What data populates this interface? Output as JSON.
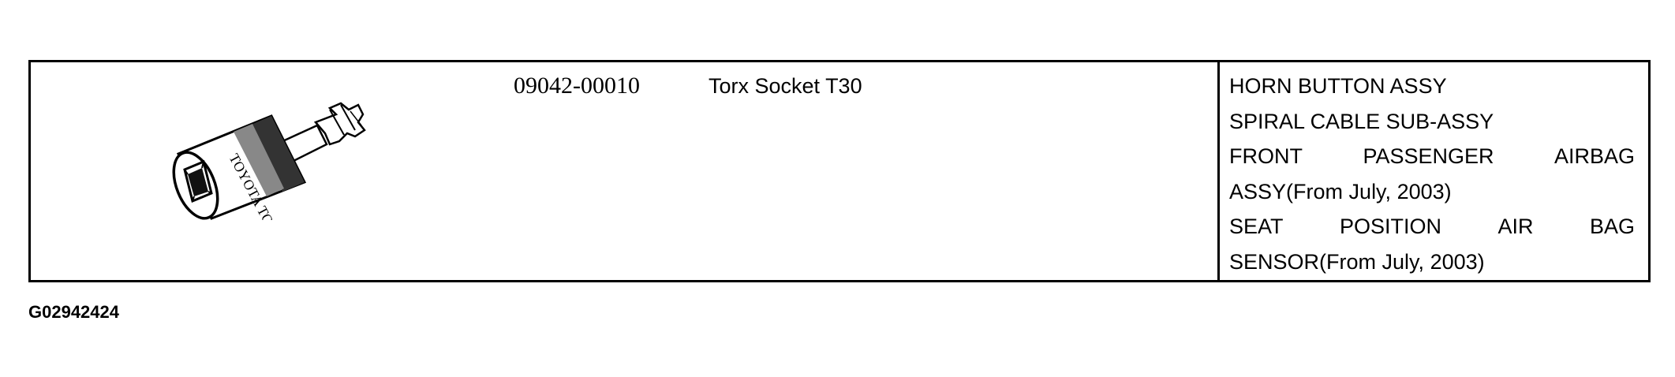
{
  "tool": {
    "image_icon": "torx-socket-illustration",
    "part_number": "09042-00010",
    "part_name": "Torx Socket T30",
    "socket_engraving": "TOYOTA TORX",
    "applications": [
      {
        "words": [
          "HORN",
          "BUTTON",
          "ASSY"
        ],
        "justify": false
      },
      {
        "words": [
          "SPIRAL",
          "CABLE",
          "SUB-ASSY"
        ],
        "justify": false
      },
      {
        "words": [
          "FRONT",
          "PASSENGER",
          "AIRBAG"
        ],
        "justify": true
      },
      {
        "words": [
          "ASSY(From",
          "July,",
          "2003)"
        ],
        "justify": false
      },
      {
        "words": [
          "SEAT",
          "POSITION",
          "AIR",
          "BAG"
        ],
        "justify": true
      },
      {
        "words": [
          "SENSOR(From",
          "July,",
          "2003)"
        ],
        "justify": false
      }
    ]
  },
  "figure_code": "G02942424"
}
